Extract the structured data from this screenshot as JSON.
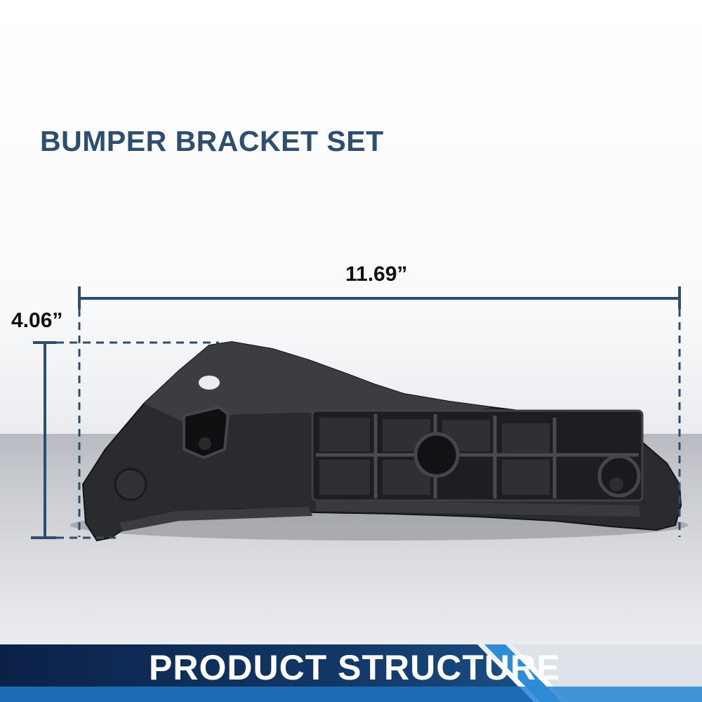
{
  "header": {
    "title": "BUMPER BRACKET SET"
  },
  "dimensions": {
    "width": "11.69”",
    "height": "4.06”"
  },
  "banner": {
    "label": "PRODUCT STRUCTURE"
  },
  "colors": {
    "title": "#2F4D6D",
    "dimension_line": "#2F4D6D",
    "banner_dark": "#0E2C55",
    "banner_accent": "#2F8BD3"
  }
}
